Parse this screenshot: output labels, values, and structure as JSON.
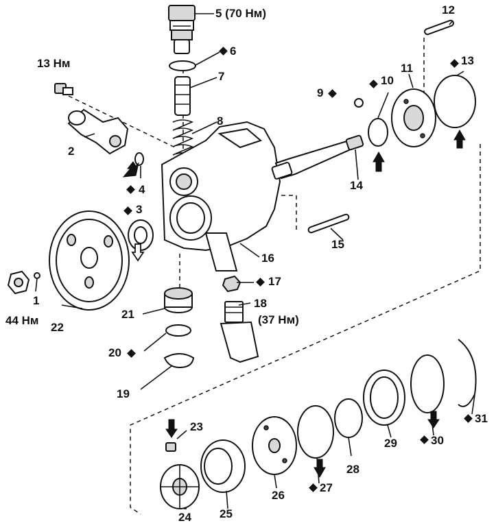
{
  "diagram": {
    "colors": {
      "ink": "#111111",
      "background": "#ffffff"
    },
    "labels": {
      "l1": "1",
      "l2": "2",
      "l3": "3",
      "l4": "4",
      "l5": "5 (70 Нм)",
      "l6": "6",
      "l7": "7",
      "l8": "8",
      "l9": "9",
      "l10": "10",
      "l11": "11",
      "l12": "12",
      "l13": "13",
      "l13torque": "13 Нм",
      "l14": "14",
      "l15": "15",
      "l16": "16",
      "l17": "17",
      "l18": "18",
      "l18torque": "(37 Нм)",
      "l19": "19",
      "l20": "20",
      "l21": "21",
      "l22": "22",
      "l23": "23",
      "l24": "24",
      "l25": "25",
      "l26": "26",
      "l27": "27",
      "l28": "28",
      "l29": "29",
      "l30": "30",
      "l31": "31",
      "l44torque": "44 Нм"
    }
  }
}
